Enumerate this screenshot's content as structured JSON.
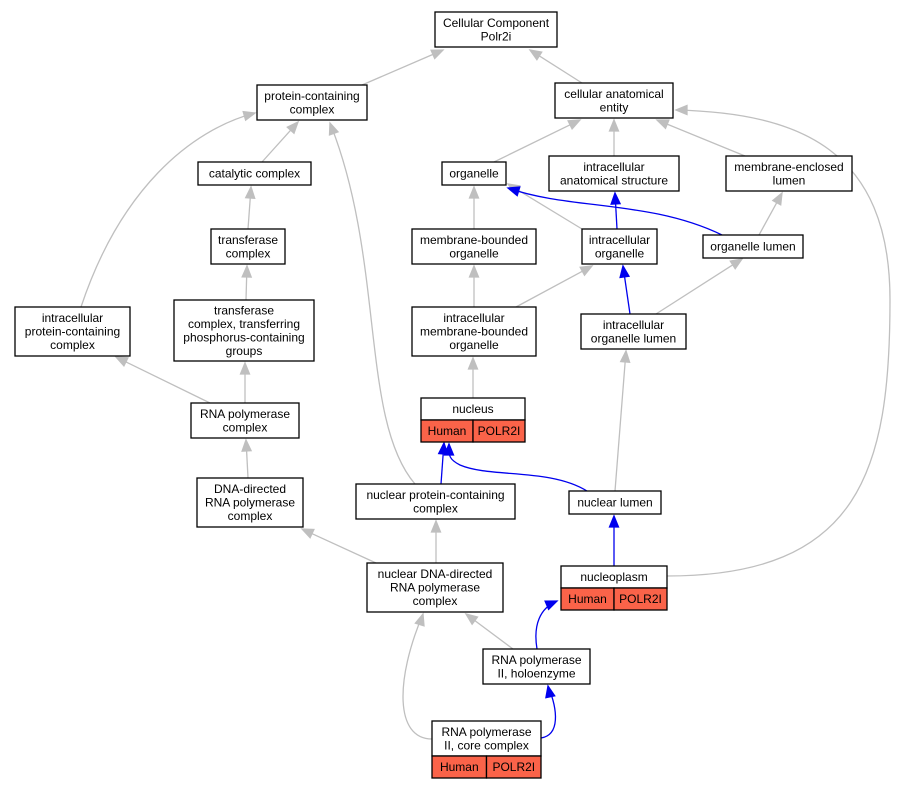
{
  "colors": {
    "is_a_edge": "#bfbfbf",
    "part_of_edge": "#0000ee",
    "annotation_fill": "#fa6349"
  },
  "nodes": [
    {
      "id": "root",
      "lines": [
        "Cellular Component",
        "Polr2i"
      ]
    },
    {
      "id": "protein_containing_complex",
      "lines": [
        "protein-containing",
        "complex"
      ]
    },
    {
      "id": "cellular_anatomical_entity",
      "lines": [
        "cellular anatomical",
        "entity"
      ]
    },
    {
      "id": "catalytic_complex",
      "lines": [
        "catalytic complex"
      ]
    },
    {
      "id": "organelle",
      "lines": [
        "organelle"
      ]
    },
    {
      "id": "intracellular_anatomical_structure",
      "lines": [
        "intracellular",
        "anatomical structure"
      ]
    },
    {
      "id": "membrane_enclosed_lumen",
      "lines": [
        "membrane-enclosed",
        "lumen"
      ]
    },
    {
      "id": "transferase_complex",
      "lines": [
        "transferase",
        "complex"
      ]
    },
    {
      "id": "membrane_bounded_organelle",
      "lines": [
        "membrane-bounded",
        "organelle"
      ]
    },
    {
      "id": "intracellular_organelle",
      "lines": [
        "intracellular",
        "organelle"
      ]
    },
    {
      "id": "organelle_lumen",
      "lines": [
        "organelle lumen"
      ]
    },
    {
      "id": "intracellular_protein_containing_complex",
      "lines": [
        "intracellular",
        "protein-containing",
        "complex"
      ]
    },
    {
      "id": "transferase_complex_phospho",
      "lines": [
        "transferase",
        "complex, transferring",
        "phosphorus-containing",
        "groups"
      ]
    },
    {
      "id": "intracellular_membrane_bounded_organelle",
      "lines": [
        "intracellular",
        "membrane-bounded",
        "organelle"
      ]
    },
    {
      "id": "intracellular_organelle_lumen",
      "lines": [
        "intracellular",
        "organelle lumen"
      ]
    },
    {
      "id": "rna_polymerase_complex",
      "lines": [
        "RNA polymerase",
        "complex"
      ]
    },
    {
      "id": "nucleus",
      "lines": [
        "nucleus"
      ],
      "tags": [
        "Human",
        "POLR2I"
      ]
    },
    {
      "id": "dna_directed_rna_polymerase_complex",
      "lines": [
        "DNA-directed",
        "RNA polymerase",
        "complex"
      ]
    },
    {
      "id": "nuclear_protein_containing_complex",
      "lines": [
        "nuclear protein-containing",
        "complex"
      ]
    },
    {
      "id": "nuclear_lumen",
      "lines": [
        "nuclear lumen"
      ]
    },
    {
      "id": "nuclear_dna_directed_rna_polymerase_complex",
      "lines": [
        "nuclear DNA-directed",
        "RNA polymerase",
        "complex"
      ]
    },
    {
      "id": "nucleoplasm",
      "lines": [
        "nucleoplasm"
      ],
      "tags": [
        "Human",
        "POLR2I"
      ]
    },
    {
      "id": "rna_polymerase_ii_holoenzyme",
      "lines": [
        "RNA polymerase",
        "II, holoenzyme"
      ]
    },
    {
      "id": "rna_polymerase_ii_core_complex",
      "lines": [
        "RNA polymerase",
        "II, core complex"
      ],
      "tags": [
        "Human",
        "POLR2I"
      ]
    }
  ],
  "edges": [
    {
      "from": "protein_containing_complex",
      "to": "root",
      "type": "is_a"
    },
    {
      "from": "cellular_anatomical_entity",
      "to": "root",
      "type": "is_a"
    },
    {
      "from": "catalytic_complex",
      "to": "protein_containing_complex",
      "type": "is_a"
    },
    {
      "from": "intracellular_protein_containing_complex",
      "to": "protein_containing_complex",
      "type": "is_a"
    },
    {
      "from": "nuclear_protein_containing_complex",
      "to": "protein_containing_complex",
      "type": "is_a"
    },
    {
      "from": "organelle",
      "to": "cellular_anatomical_entity",
      "type": "is_a"
    },
    {
      "from": "intracellular_anatomical_structure",
      "to": "cellular_anatomical_entity",
      "type": "is_a"
    },
    {
      "from": "membrane_enclosed_lumen",
      "to": "cellular_anatomical_entity",
      "type": "is_a"
    },
    {
      "from": "nucleoplasm",
      "to": "cellular_anatomical_entity",
      "type": "is_a"
    },
    {
      "from": "transferase_complex",
      "to": "catalytic_complex",
      "type": "is_a"
    },
    {
      "from": "transferase_complex_phospho",
      "to": "transferase_complex",
      "type": "is_a"
    },
    {
      "from": "membrane_bounded_organelle",
      "to": "organelle",
      "type": "is_a"
    },
    {
      "from": "intracellular_organelle",
      "to": "organelle",
      "type": "is_a"
    },
    {
      "from": "organelle_lumen",
      "to": "organelle",
      "type": "part_of"
    },
    {
      "from": "intracellular_organelle",
      "to": "intracellular_anatomical_structure",
      "type": "part_of"
    },
    {
      "from": "organelle_lumen",
      "to": "membrane_enclosed_lumen",
      "type": "is_a"
    },
    {
      "from": "intracellular_membrane_bounded_organelle",
      "to": "membrane_bounded_organelle",
      "type": "is_a"
    },
    {
      "from": "intracellular_membrane_bounded_organelle",
      "to": "intracellular_organelle",
      "type": "is_a"
    },
    {
      "from": "intracellular_organelle_lumen",
      "to": "intracellular_organelle",
      "type": "part_of"
    },
    {
      "from": "intracellular_organelle_lumen",
      "to": "organelle_lumen",
      "type": "is_a"
    },
    {
      "from": "rna_polymerase_complex",
      "to": "intracellular_protein_containing_complex",
      "type": "is_a"
    },
    {
      "from": "rna_polymerase_complex",
      "to": "transferase_complex_phospho",
      "type": "is_a"
    },
    {
      "from": "nucleus",
      "to": "intracellular_membrane_bounded_organelle",
      "type": "is_a"
    },
    {
      "from": "nuclear_lumen",
      "to": "intracellular_organelle_lumen",
      "type": "is_a"
    },
    {
      "from": "dna_directed_rna_polymerase_complex",
      "to": "rna_polymerase_complex",
      "type": "is_a"
    },
    {
      "from": "nuclear_protein_containing_complex",
      "to": "nucleus",
      "type": "part_of"
    },
    {
      "from": "nuclear_lumen",
      "to": "nucleus",
      "type": "part_of"
    },
    {
      "from": "nuclear_dna_directed_rna_polymerase_complex",
      "to": "dna_directed_rna_polymerase_complex",
      "type": "is_a"
    },
    {
      "from": "nuclear_dna_directed_rna_polymerase_complex",
      "to": "nuclear_protein_containing_complex",
      "type": "is_a"
    },
    {
      "from": "nucleoplasm",
      "to": "nuclear_lumen",
      "type": "part_of"
    },
    {
      "from": "rna_polymerase_ii_holoenzyme",
      "to": "nuclear_dna_directed_rna_polymerase_complex",
      "type": "is_a"
    },
    {
      "from": "rna_polymerase_ii_holoenzyme",
      "to": "nucleoplasm",
      "type": "part_of"
    },
    {
      "from": "rna_polymerase_ii_core_complex",
      "to": "nuclear_dna_directed_rna_polymerase_complex",
      "type": "is_a"
    },
    {
      "from": "rna_polymerase_ii_core_complex",
      "to": "rna_polymerase_ii_holoenzyme",
      "type": "part_of"
    }
  ]
}
